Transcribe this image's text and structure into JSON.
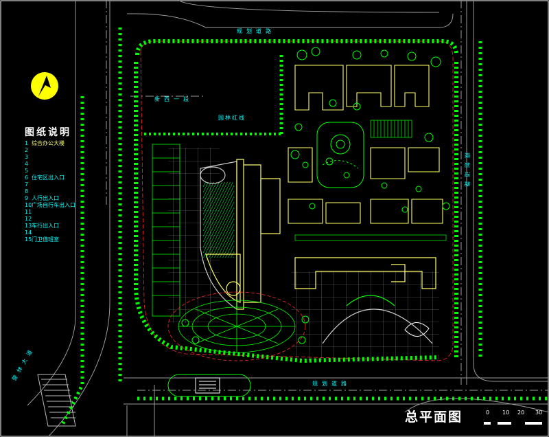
{
  "legend": {
    "title": "图纸说明",
    "items": [
      {
        "num": "1",
        "text": "综合办公大楼"
      },
      {
        "num": "2",
        "text": ""
      },
      {
        "num": "3",
        "text": ""
      },
      {
        "num": "4",
        "text": ""
      },
      {
        "num": "5",
        "text": ""
      },
      {
        "num": "6",
        "text": "住宅区出入口"
      },
      {
        "num": "7",
        "text": ""
      },
      {
        "num": "8",
        "text": ""
      },
      {
        "num": "9",
        "text": "人行出入口"
      },
      {
        "num": "10",
        "text": "广场自行车出入口"
      },
      {
        "num": "11",
        "text": ""
      },
      {
        "num": "12",
        "text": ""
      },
      {
        "num": "13",
        "text": "车行出入口"
      },
      {
        "num": "14",
        "text": ""
      },
      {
        "num": "15",
        "text": "门卫值班室"
      }
    ]
  },
  "roads": {
    "north": "规划道路",
    "east": "规划道路",
    "south": "规划道路",
    "southwest": "营林大道",
    "inner_west": "新西一段",
    "green_belt": "园林红线"
  },
  "title": "总平面图",
  "scale_labels": [
    "0",
    "10",
    "20",
    "30"
  ],
  "colors": {
    "background": "#000000",
    "trees": "#00ff00",
    "buildings": "#ffff66",
    "roads": "#9b9b9b",
    "boundary": "#ff2a2a",
    "annotation": "#00ffff"
  }
}
